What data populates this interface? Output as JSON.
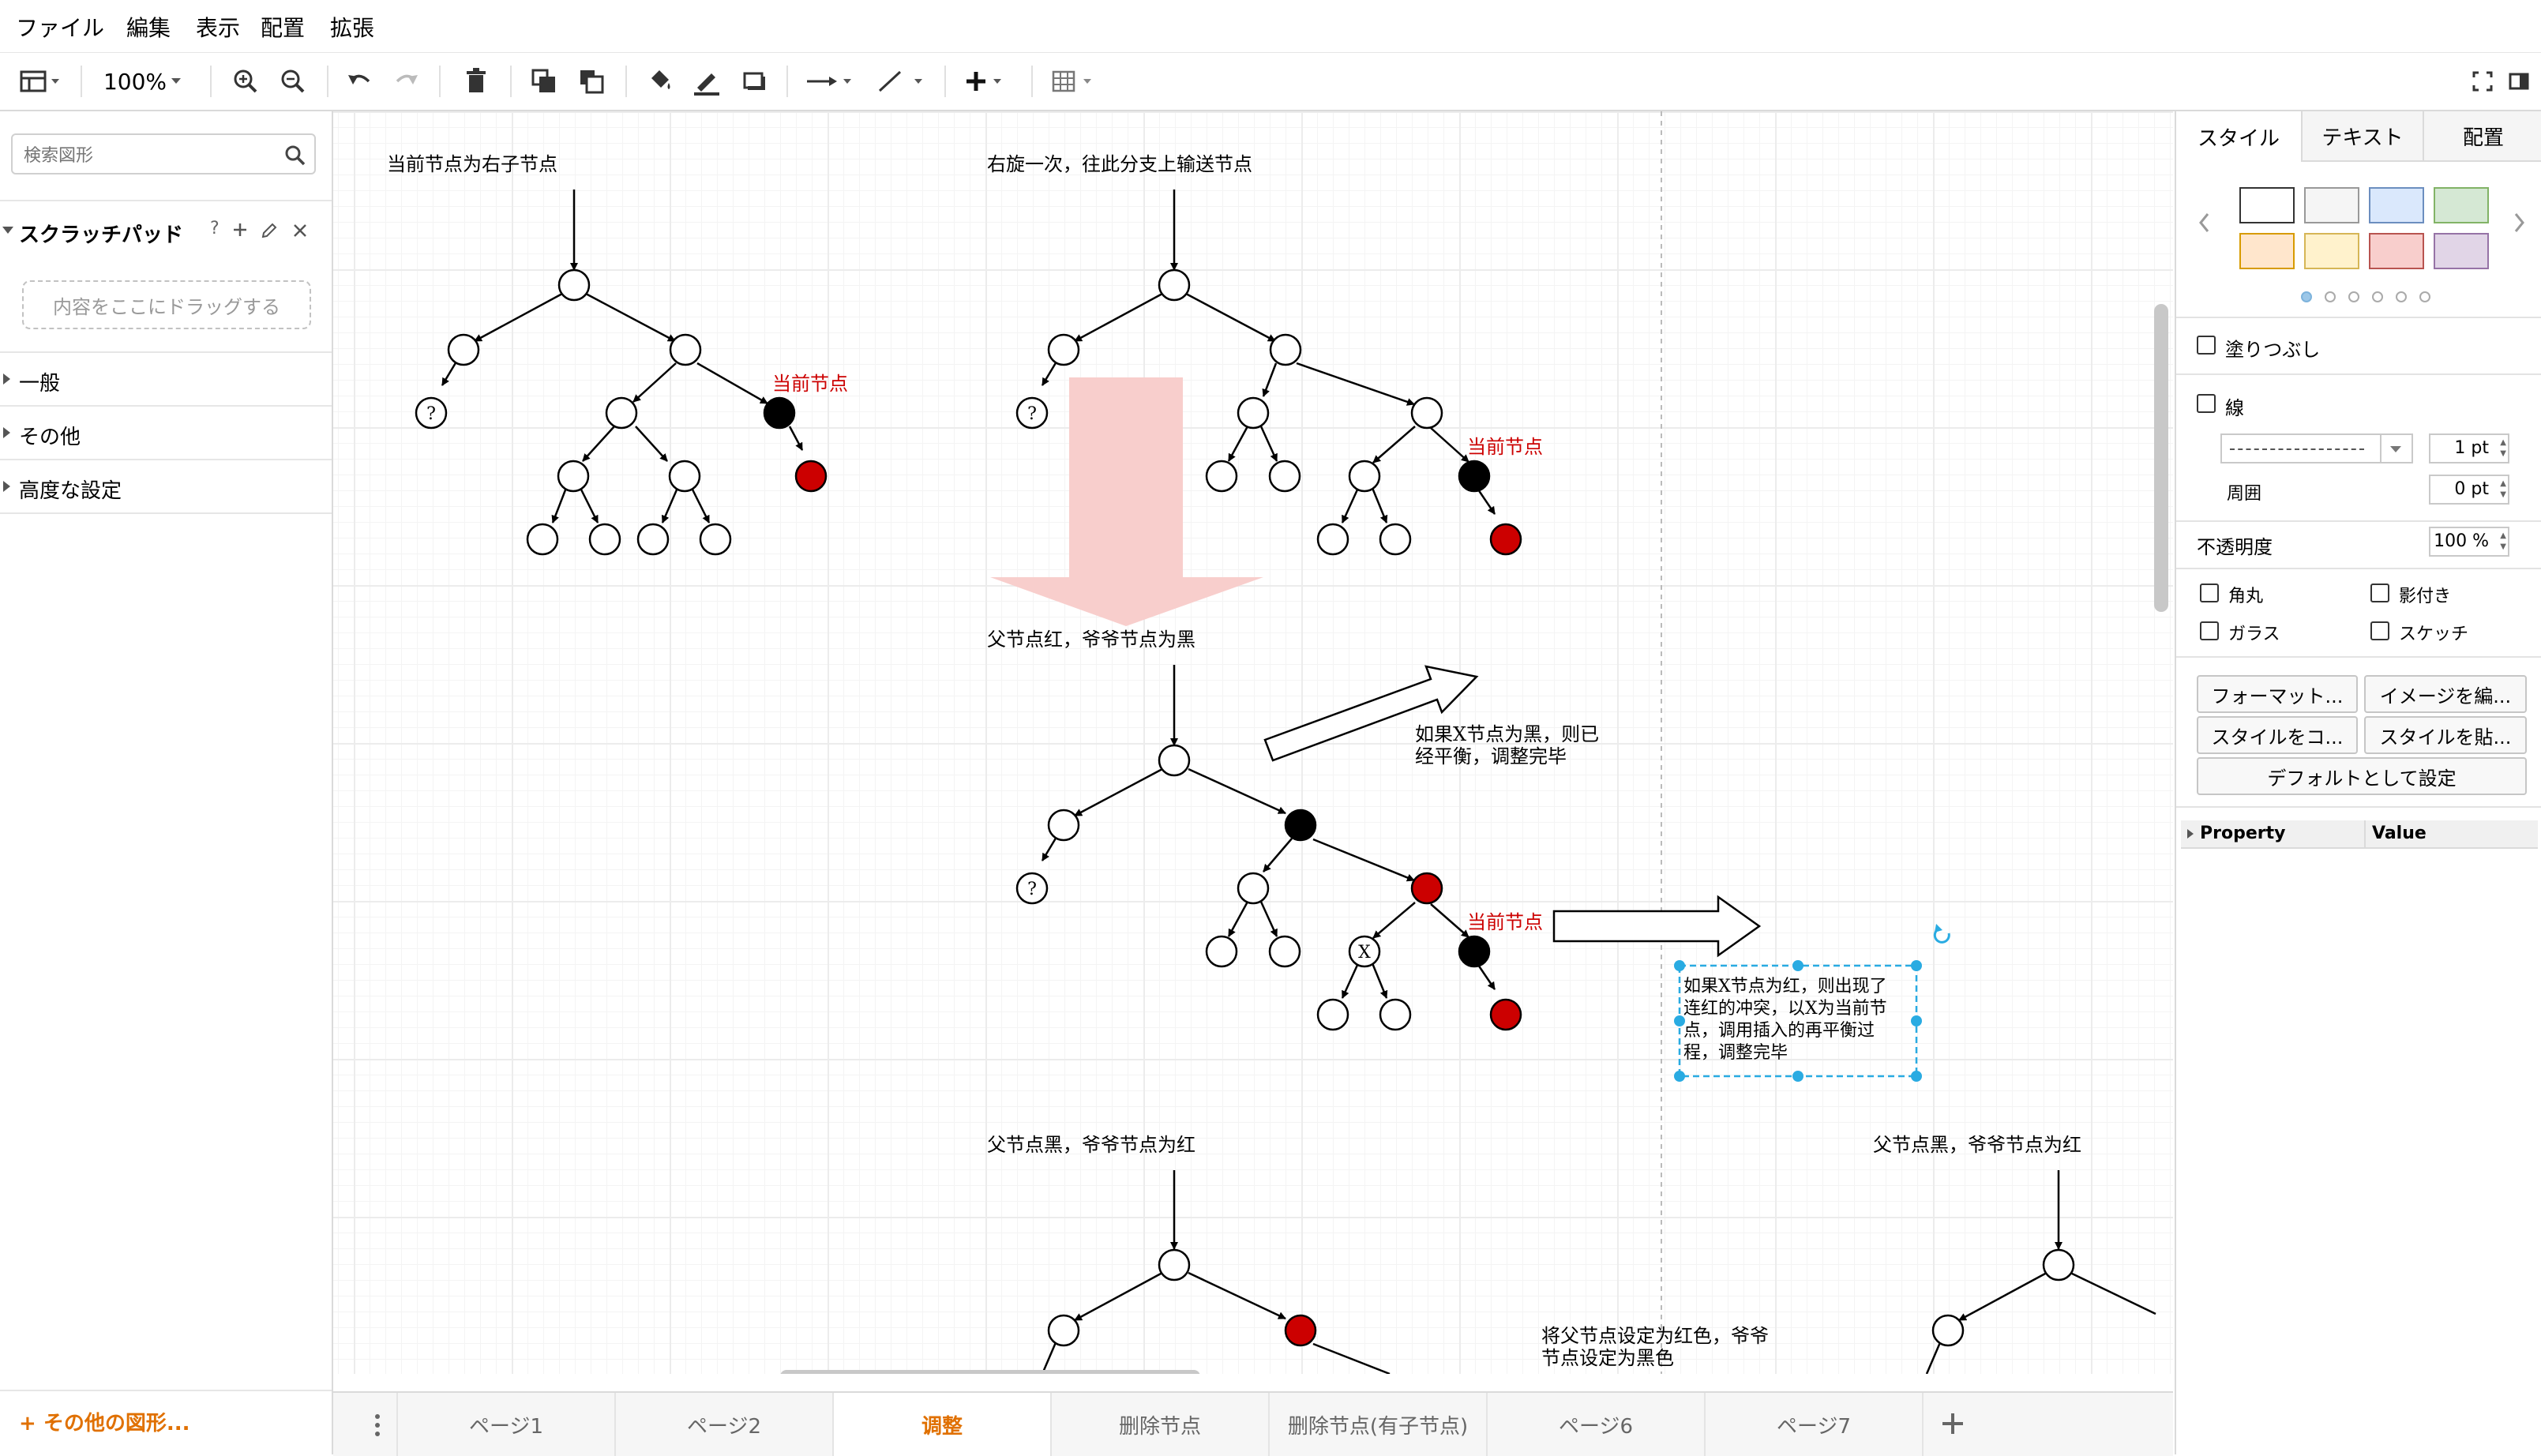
{
  "menu": [
    "ファイル",
    "編集",
    "表示",
    "配置",
    "拡張"
  ],
  "toolbar": {
    "zoom": "100%"
  },
  "left": {
    "search_placeholder": "検索図形",
    "scratchpad_title": "スクラッチパッド",
    "scratchpad_help": "?",
    "drop_hint": "内容をここにドラッグする",
    "sections": [
      "一般",
      "その他",
      "高度な設定"
    ],
    "more_shapes": "+ その他の図形..."
  },
  "canvas": {
    "texts": {
      "t1": "当前节点为右子节点",
      "t2": "右旋一次，往此分支上输送节点",
      "cur1": "当前节点",
      "cur2": "当前节点",
      "t3": "父节点红，爷爷节点为黑",
      "t4a": "如果X节点为黑，则已",
      "t4b": "经平衡，调整完毕",
      "cur3": "当前节点",
      "t5a": "如果X节点为红，则出现了",
      "t5b": "连红的冲突，以X为当前节",
      "t5c": "点，调用插入的再平衡过",
      "t5d": "程，调整完毕",
      "t6": "父节点黑，爷爷节点为红",
      "t7": "父节点黑，爷爷节点为红",
      "t8a": "将父节点设定为红色，爷爷",
      "t8b": "节点设定为黑色",
      "q": "?",
      "x": "X"
    }
  },
  "right": {
    "tabs": [
      "スタイル",
      "テキスト",
      "配置"
    ],
    "swatches": [
      "#ffffff",
      "#f5f5f5",
      "#dae8fc",
      "#d5e8d4",
      "#ffe6cc",
      "#fff2cc",
      "#f8cecc",
      "#e1d5e7"
    ],
    "fill": "塗りつぶし",
    "line": "線",
    "line_width": "1 pt",
    "perimeter": "周囲",
    "perimeter_value": "0 pt",
    "opacity": "不透明度",
    "opacity_value": "100 %",
    "rounded": "角丸",
    "shadow": "影付き",
    "glass": "ガラス",
    "sketch": "スケッチ",
    "buttons": [
      "フォーマット...",
      "イメージを編...",
      "スタイルをコ...",
      "スタイルを貼..."
    ],
    "default_button": "デフォルトとして設定",
    "prop_header": "Property",
    "value_header": "Value"
  },
  "pages": [
    "ページ1",
    "ページ2",
    "调整",
    "删除节点",
    "删除节点(有子节点)",
    "ページ6",
    "ページ7"
  ],
  "active_page": "调整",
  "colors": {
    "accent": "#e07000",
    "red_node": "#cc0000",
    "black_node": "#000000",
    "selection": "#29abe2",
    "big_arrow": "#f8cecc"
  }
}
